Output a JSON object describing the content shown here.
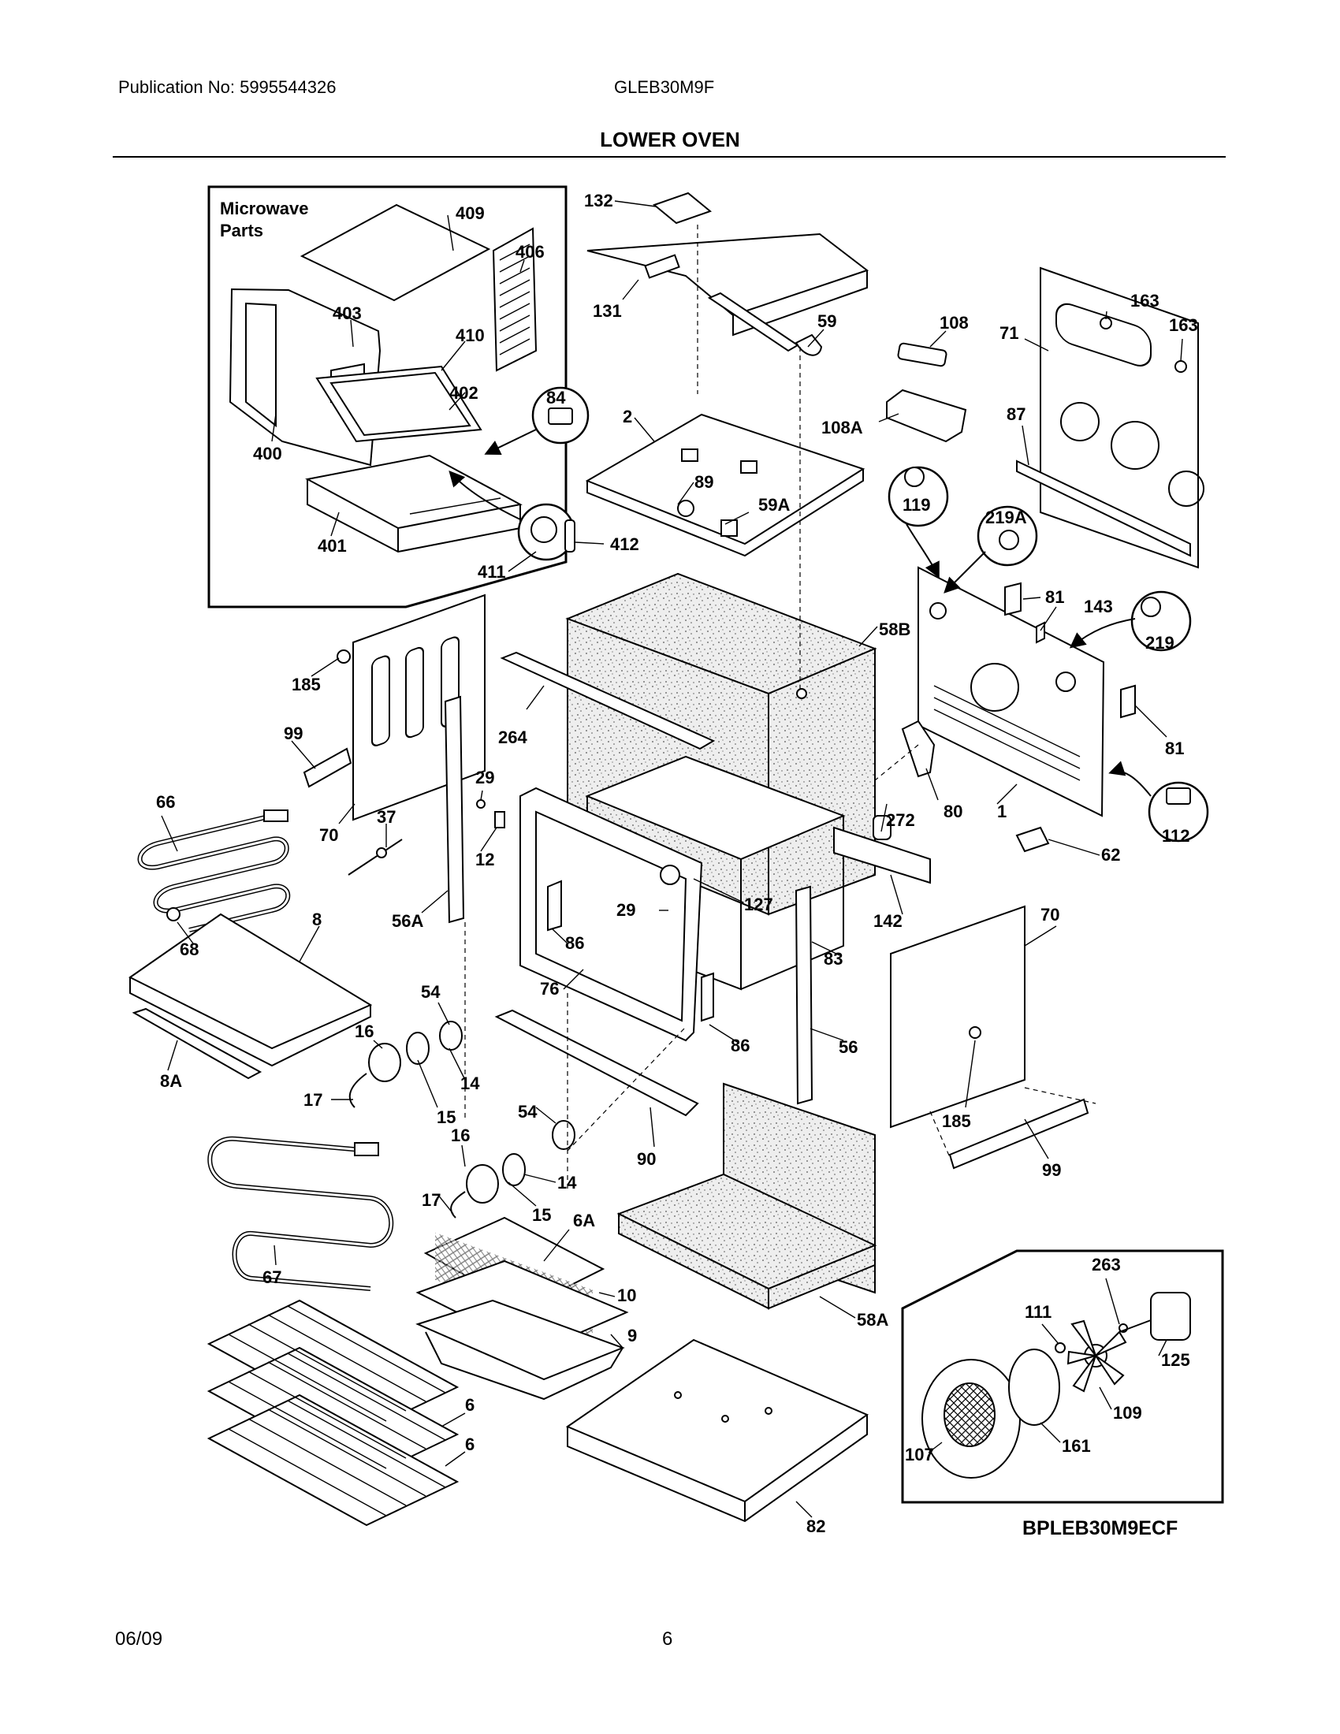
{
  "header": {
    "publication": "Publication No: 5995544326",
    "model": "GLEB30M9F",
    "title": "LOWER OVEN"
  },
  "inset_microwave": {
    "title_line1": "Microwave",
    "title_line2": "Parts"
  },
  "diagram_code": "BPLEB30M9ECF",
  "footer": {
    "date": "06/09",
    "page": "6"
  },
  "part_labels": {
    "p132": "132",
    "p131": "131",
    "p59": "59",
    "p108": "108",
    "p108A": "108A",
    "p163a": "163",
    "p163b": "163",
    "p71": "71",
    "p87": "87",
    "p2": "2",
    "p89": "89",
    "p59A": "59A",
    "p119": "119",
    "p219A": "219A",
    "p219": "219",
    "p81a": "81",
    "p143": "143",
    "p81b": "81",
    "p58B": "58B",
    "p1": "1",
    "p80": "80",
    "p272": "272",
    "p112": "112",
    "p62": "62",
    "p142": "142",
    "p409": "409",
    "p406": "406",
    "p403": "403",
    "p410": "410",
    "p84": "84",
    "p402": "402",
    "p400": "400",
    "p401": "401",
    "p411": "411",
    "p412": "412",
    "p185a": "185",
    "p99a": "99",
    "p264": "264",
    "p66": "66",
    "p70a": "70",
    "p37": "37",
    "p29a": "29",
    "p12": "12",
    "p56A": "56A",
    "p29b": "29",
    "p127": "127",
    "p86a": "86",
    "p8": "8",
    "p68": "68",
    "p83": "83",
    "p70b": "70",
    "p76": "76",
    "p86b": "86",
    "p54a": "54",
    "p16a": "16",
    "p14a": "14",
    "p17a": "17",
    "p15a": "15",
    "p8A": "8A",
    "p56": "56",
    "p185b": "185",
    "p99b": "99",
    "p54b": "54",
    "p16b": "16",
    "p14b": "14",
    "p90": "90",
    "p17b": "17",
    "p15b": "15",
    "p6A": "6A",
    "p10": "10",
    "p9": "9",
    "p67": "67",
    "p58A": "58A",
    "p263": "263",
    "p111": "111",
    "p125": "125",
    "p109": "109",
    "p161": "161",
    "p107": "107",
    "p6a": "6",
    "p6b": "6",
    "p82": "82"
  }
}
